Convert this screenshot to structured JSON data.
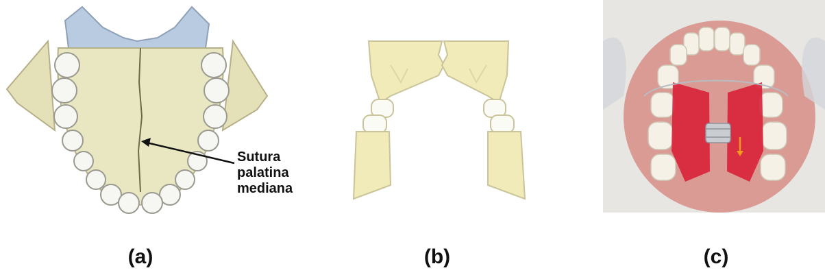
{
  "panels": [
    {
      "id": "a",
      "caption": "(a)",
      "annotation": "Sutura\npalatina\nmediana"
    },
    {
      "id": "b",
      "caption": "(b)"
    },
    {
      "id": "c",
      "caption": "(c)"
    }
  ],
  "colors": {
    "bone": "#e9e6c2",
    "bone_shade": "#d8d3a4",
    "tooth": "#f6f6f2",
    "soft_tissue_blue": "#b9cbe0",
    "diagram_bone": "#f0ebb8",
    "diagram_outline": "#c9c49a",
    "mouth_pink": "#d99b93",
    "appliance_red": "#d8213a",
    "photo_bg": "#e8e6e3"
  },
  "icons": [
    "arrow-pointer"
  ]
}
